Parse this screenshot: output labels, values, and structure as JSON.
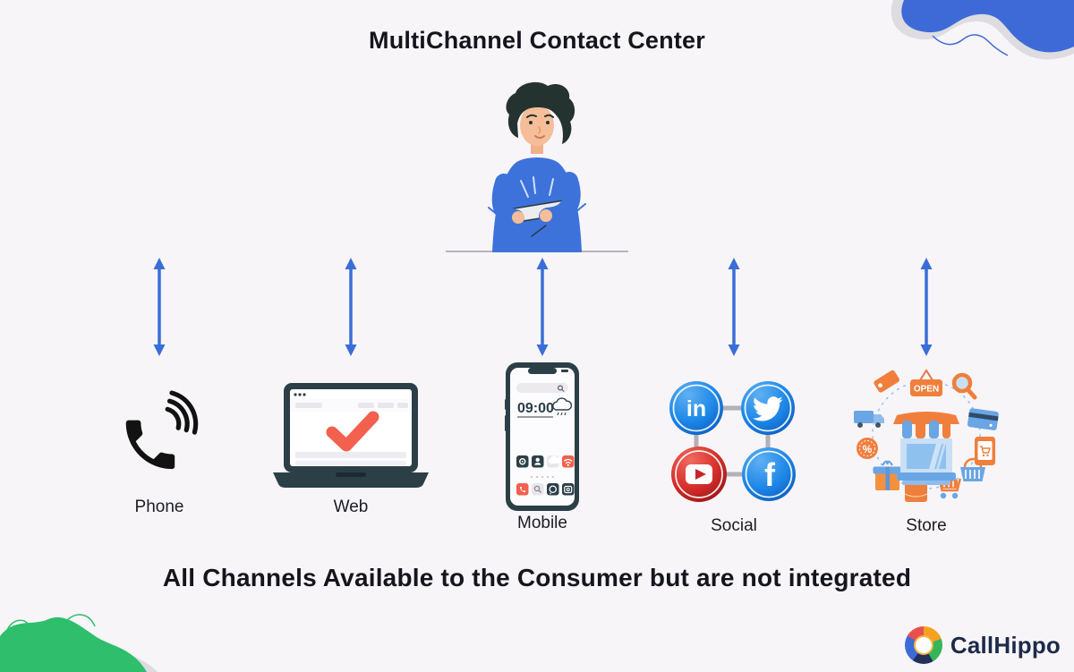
{
  "page": {
    "title": "MultiChannel Contact Center",
    "headline": "All Channels Available to the Consumer but are not integrated"
  },
  "person": {
    "description": "consumer holding tablet behind desk"
  },
  "channels": [
    {
      "label": "Phone",
      "icon": "phone-handset-icon"
    },
    {
      "label": "Web",
      "icon": "laptop-browser-icon"
    },
    {
      "label": "Mobile",
      "icon": "smartphone-icon"
    },
    {
      "label": "Social",
      "icon": "social-networks-icon"
    },
    {
      "label": "Store",
      "icon": "storefront-icon"
    }
  ],
  "mobile": {
    "clock": "09:00"
  },
  "store": {
    "open_label": "OPEN"
  },
  "social": {
    "icons": [
      "linkedin-icon",
      "twitter-icon",
      "youtube-icon",
      "facebook-icon"
    ],
    "linkedin_glyph": "in",
    "facebook_glyph": "f"
  },
  "brand": {
    "name": "CallHippo"
  },
  "colors": {
    "background": "#F7F5F8",
    "text_dark": "#15151D",
    "arrow_blue": "#3A6ED6",
    "device_dark_teal": "#2C3F47",
    "accent_coral": "#F3604E",
    "store_orange": "#F07F3C",
    "store_blue": "#6AA5E4",
    "youtube_red": "#C6252B",
    "social_blue": "#1E88E8",
    "blob_blue": "#3E6AD8",
    "blob_green": "#2FBE6C",
    "brand_navy": "#1E2A4A"
  }
}
